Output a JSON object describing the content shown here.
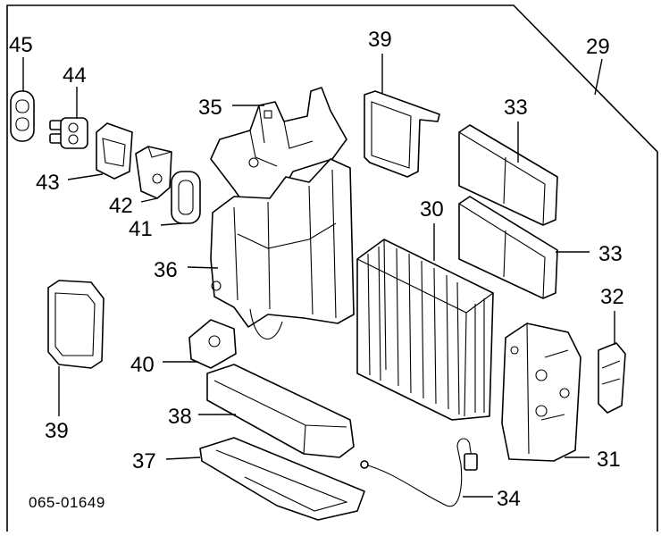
{
  "diagram_code": "065-01649",
  "callouts": {
    "p29": "29",
    "p30": "30",
    "p31": "31",
    "p32": "32",
    "p33a": "33",
    "p33b": "33",
    "p34": "34",
    "p35": "35",
    "p36": "36",
    "p37": "37",
    "p38": "38",
    "p39a": "39",
    "p39b": "39",
    "p40": "40",
    "p41": "41",
    "p42": "42",
    "p43": "43",
    "p44": "44",
    "p45": "45"
  }
}
